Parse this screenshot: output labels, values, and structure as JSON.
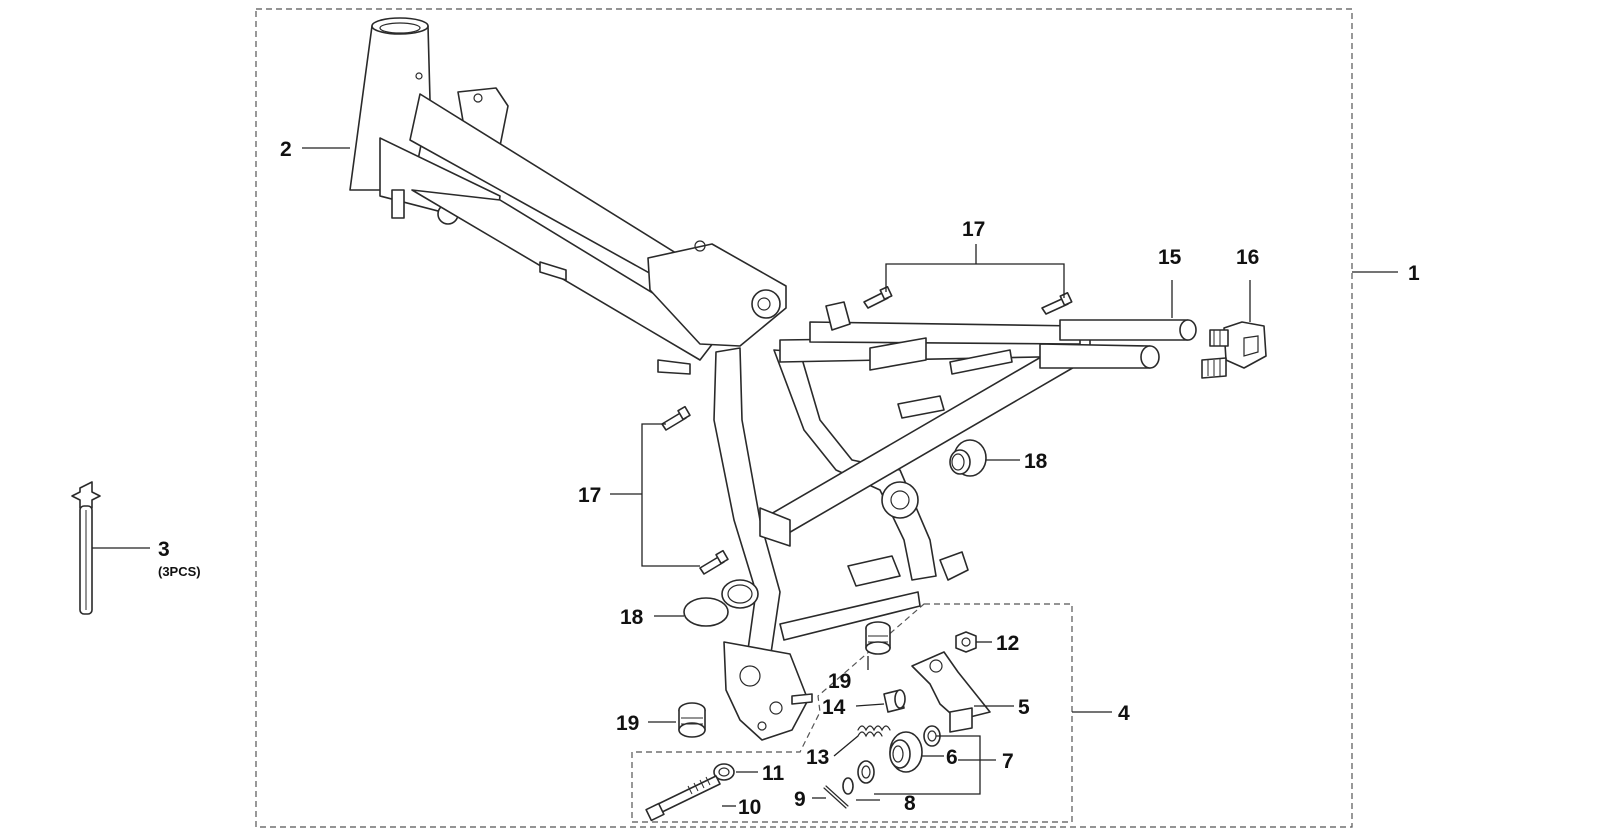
{
  "callouts": {
    "p1": "1",
    "p2": "2",
    "p3": "3",
    "p3_qty": "(3PCS)",
    "p4": "4",
    "p5": "5",
    "p6": "6",
    "p7": "7",
    "p8": "8",
    "p9": "9",
    "p10": "10",
    "p11": "11",
    "p12": "12",
    "p13": "13",
    "p14": "14",
    "p15": "15",
    "p16": "16",
    "p17_top": "17",
    "p17_left": "17",
    "p18_right": "18",
    "p18_left": "18",
    "p19_mid": "19",
    "p19_left": "19"
  }
}
